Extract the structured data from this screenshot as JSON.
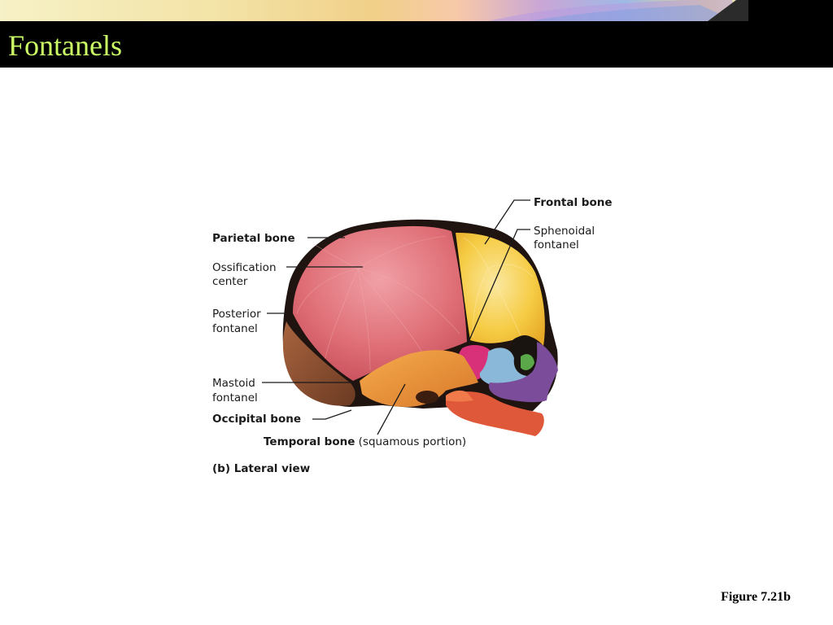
{
  "slide": {
    "title": "Fontanels",
    "title_color": "#ccff66",
    "figure_ref": "Figure 7.21b"
  },
  "diagram": {
    "labels": {
      "frontal_bone": "Frontal bone",
      "sphenoidal_fontanel_1": "Sphenoidal",
      "sphenoidal_fontanel_2": "fontanel",
      "parietal_bone": "Parietal bone",
      "ossification_center_1": "Ossification",
      "ossification_center_2": "center",
      "posterior_fontanel_1": "Posterior",
      "posterior_fontanel_2": "fontanel",
      "mastoid_fontanel_1": "Mastoid",
      "mastoid_fontanel_2": "fontanel",
      "occipital_bone": "Occipital bone",
      "temporal_bone": "Temporal bone",
      "temporal_bone_note": " (squamous portion)",
      "view_letter": "(b)",
      "view_name": " Lateral view"
    },
    "bone_colors": {
      "parietal": "#e0707a",
      "frontal": "#f6cc45",
      "temporal": "#f0983a",
      "occipital": "#9a5a3a",
      "sphenoid": "#d8317a",
      "zygomatic": "#8ab8d8",
      "maxilla": "#7a4c9a",
      "mandible": "#e0583a"
    }
  }
}
